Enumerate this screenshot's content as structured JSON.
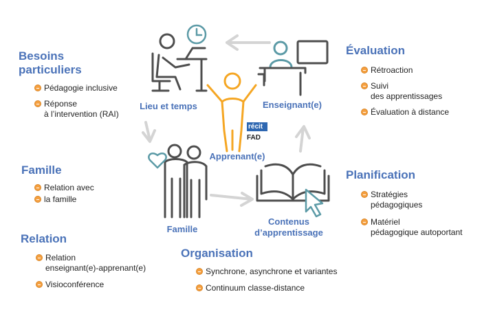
{
  "sections": {
    "besoins": {
      "title_lines": [
        "Besoins",
        "particuliers"
      ],
      "items": [
        {
          "lines": [
            "Pédagogie inclusive"
          ]
        },
        {
          "lines": [
            "Réponse",
            "à l’intervention (RAI)"
          ]
        }
      ]
    },
    "famille": {
      "title_lines": [
        "Famille"
      ],
      "items": [
        {
          "lines": [
            "Relation avec"
          ]
        },
        {
          "lines": [
            "la famille"
          ]
        }
      ]
    },
    "relation": {
      "title_lines": [
        "Relation"
      ],
      "items": [
        {
          "lines": [
            "Relation",
            "enseignant(e)-apprenant(e)"
          ]
        },
        {
          "lines": [
            "Visioconférence"
          ]
        }
      ]
    },
    "organisation": {
      "title_lines": [
        "Organisation"
      ],
      "items": [
        {
          "lines": [
            "Synchrone, asynchrone et variantes"
          ]
        },
        {
          "lines": [
            "Continuum  classe-distance"
          ]
        }
      ]
    },
    "evaluation": {
      "title_lines": [
        "Évaluation"
      ],
      "items": [
        {
          "lines": [
            "Rétroaction"
          ]
        },
        {
          "lines": [
            "Suivi",
            "des apprentissages"
          ]
        },
        {
          "lines": [
            "Évaluation à distance"
          ]
        }
      ]
    },
    "planification": {
      "title_lines": [
        "Planification"
      ],
      "items": [
        {
          "lines": [
            "Stratégies",
            "pédagogiques"
          ]
        },
        {
          "lines": [
            "Matériel",
            "pédagogique autoportant"
          ]
        }
      ]
    }
  },
  "cycle": {
    "lieu_temps": "Lieu et temps",
    "enseignant": "Enseignant(e)",
    "apprenant": "Apprenant(e)",
    "famille": "Famille",
    "contenus_lines": [
      "Contenus",
      "d’apprentissage"
    ]
  },
  "badge": {
    "top": "récit",
    "bottom": "FAD"
  },
  "colors": {
    "title": "#4a72b8",
    "icon": "#4d4d4d",
    "accent": "#f5a623",
    "teal": "#5b9aa6",
    "arrow": "#d4d4d4"
  }
}
